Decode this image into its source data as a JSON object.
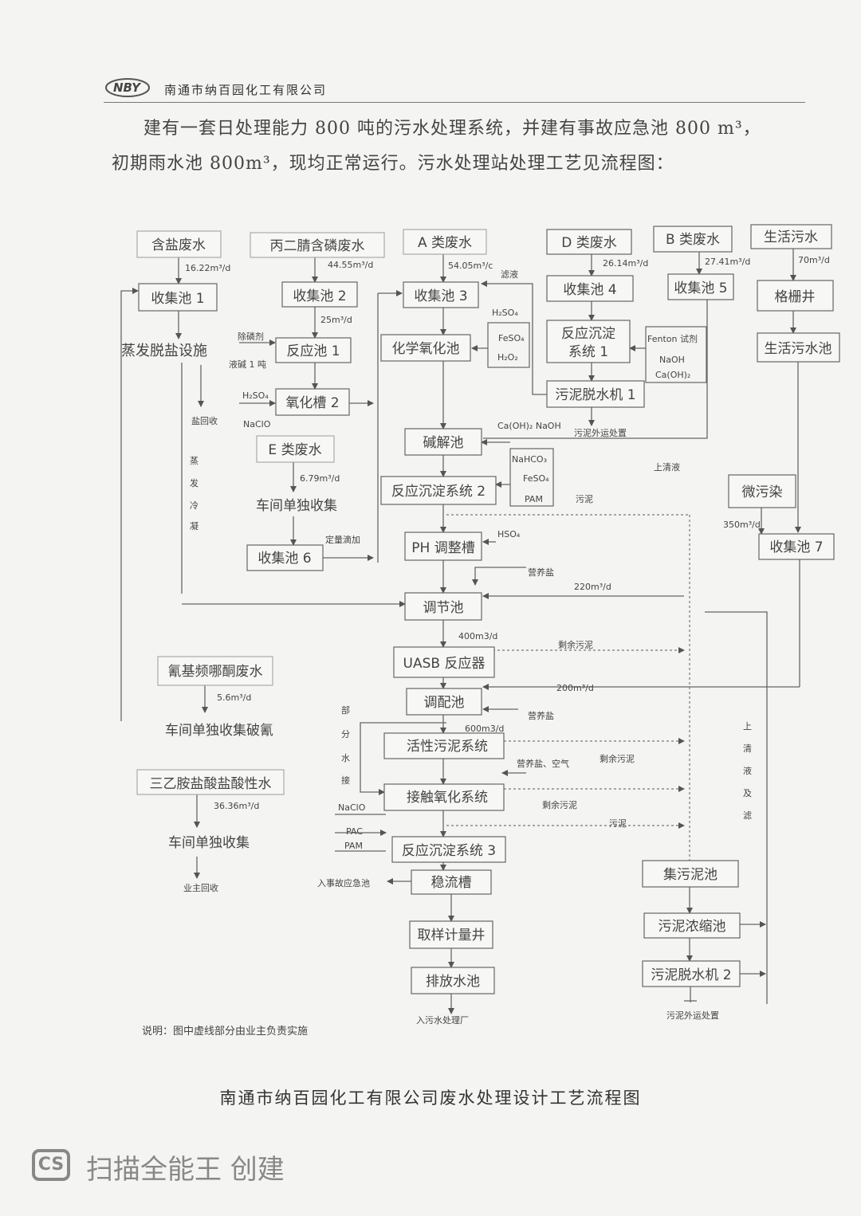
{
  "header": {
    "logo_text": "NBY",
    "company": "南通市纳百园化工有限公司"
  },
  "intro": {
    "line1": "建有一套日处理能力 800 吨的污水处理系统，并建有事故应急池 800 m³，",
    "line2": "初期雨水池 800m³，现均正常运行。污水处理站处理工艺见流程图："
  },
  "diagram": {
    "sources": {
      "hanyan": "含盐废水",
      "bing": "丙二腈含磷废水",
      "a": "A 类废水",
      "d": "D 类废水",
      "b": "B 类废水",
      "shenghuo": "生活污水",
      "e": "E 类废水",
      "wei": "微污染",
      "qing": "氰基频哪酮废水",
      "san": "三乙胺盐酸盐酸性水"
    },
    "flows": {
      "f1": "16.22m³/d",
      "f2": "44.55m³/d",
      "f3": "54.05m³/c",
      "f4": "26.14m³/d",
      "f5": "27.41m³/d",
      "f6": "70m³/d",
      "f7": "25m³/d",
      "f8": "6.79m³/d",
      "f9": "350m³/d",
      "f10": "220m³/d",
      "f11": "400m3/d",
      "f12": "200m³/d",
      "f13": "600m3/d",
      "f14": "5.6m³/d",
      "f15": "36.36m³/d"
    },
    "units": {
      "c1": "收集池 1",
      "c2": "收集池 2",
      "c3": "收集池 3",
      "c4": "收集池 4",
      "c5": "收集池 5",
      "gezha": "格栅井",
      "zhengfa": "蒸发脱盐设施",
      "fy1": "反应池 1",
      "huaxue": "化学氧化池",
      "fycd1a": "反应沉淀",
      "fycd1b": "系统 1",
      "shenghuochi": "生活污水池",
      "yh2": "氧化槽 2",
      "tuoshui1": "污泥脱水机 1",
      "jianjie": "碱解池",
      "cj1": "车间单独收集",
      "fycd2": "反应沉淀系统 2",
      "c6": "收集池 6",
      "c7": "收集池 7",
      "ph": "PH 调整槽",
      "tiaojie": "调节池",
      "uasb": "UASB 反应器",
      "tiaopei": "调配池",
      "cjpoqing": "车间单独收集破氰",
      "huoxing": "活性污泥系统",
      "jiechu": "接触氧化系统",
      "cj2": "车间单独收集",
      "fycd3": "反应沉淀系统 3",
      "wenliu": "稳流槽",
      "quyang": "取样计量井",
      "paifang": "排放水池",
      "jiwuni": "集污泥池",
      "nongsuo": "污泥浓缩池",
      "tuoshui2": "污泥脱水机 2"
    },
    "chems": {
      "chulinji": "除磷剂",
      "yejian": "液碱 1 吨",
      "h2so4a": "H₂SO₄",
      "naclo1": "NaClO",
      "h2so4b": "H₂SO₄",
      "feso4a": "FeSO₄",
      "h2o2": "H₂O₂",
      "fenton": "Fenton 试剂",
      "naoh": "NaOH",
      "caoh2": "Ca(OH)₂",
      "caoh2naoh": "Ca(OH)₂ NaOH",
      "nahco3": "NaHCO₃",
      "feso4b": "FeSO₄",
      "pam1": "PAM",
      "hso4": "HSO₄",
      "yingyang1": "营养盐",
      "yingyang2": "营养盐",
      "yingyangkq": "营养盐、空气",
      "naclo2": "NaClO",
      "pac": "PAC",
      "pam2": "PAM"
    },
    "notes": {
      "lvye": "滤液",
      "yanhuishou": "盐回收",
      "zhengfa_v": [
        "蒸",
        "发",
        "冷",
        "凝"
      ],
      "dingliang": "定量滴加",
      "wunichuzhi": "污泥外运处置",
      "shangqing": "上清液",
      "wuni1": "污泥",
      "shengyu1": "剩余污泥",
      "shengyu2": "剩余污泥",
      "shengyu3": "剩余污泥",
      "wuni2": "污泥",
      "bufen_v": [
        "部",
        "分",
        "水",
        "接"
      ],
      "shangqing_v": [
        "上",
        "清",
        "液",
        "及",
        "滤"
      ],
      "yezhu": "业主回收",
      "shigu": "入事故应急池",
      "wushuichang": "入污水处理厂",
      "wunichuzhi2": "污泥外运处置",
      "shuoming": "说明：图中虚线部分由业主负责实施"
    }
  },
  "caption": "南通市纳百园化工有限公司废水处理设计工艺流程图",
  "watermark": {
    "icon_text": "CS",
    "text": "扫描全能王 创建"
  }
}
